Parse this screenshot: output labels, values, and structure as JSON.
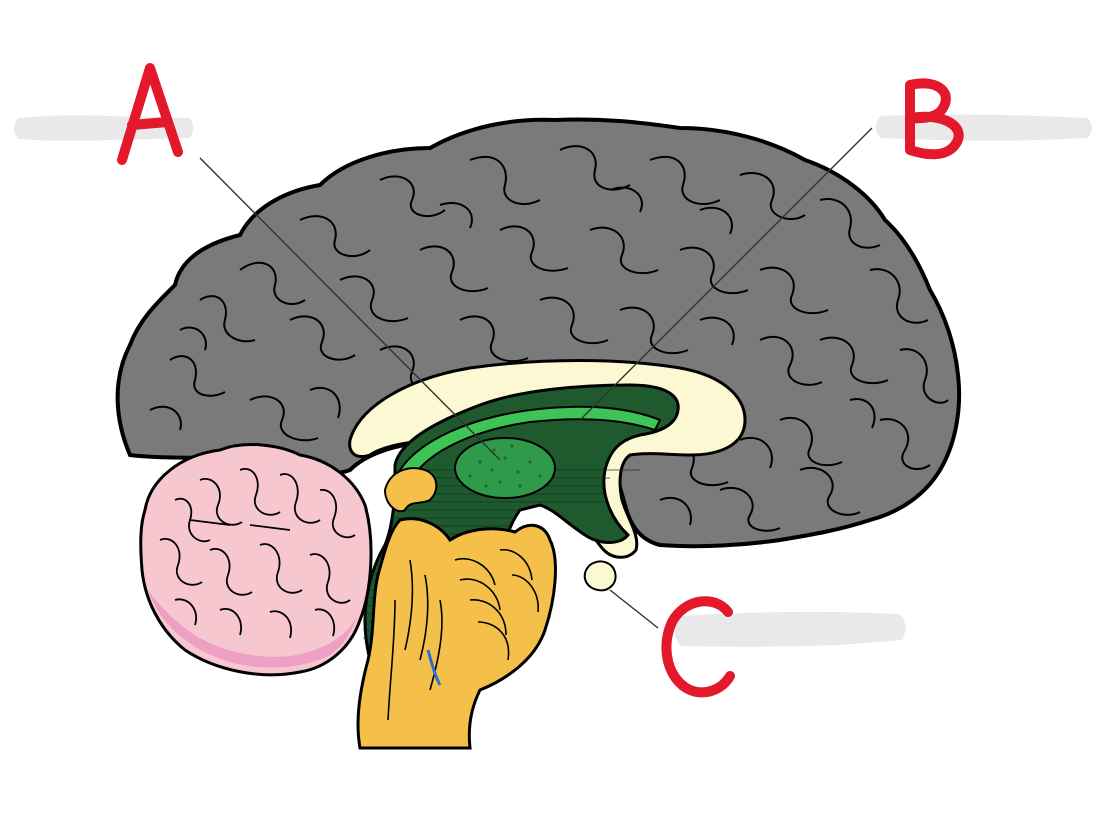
{
  "labels": [
    {
      "id": "A",
      "text": "A"
    },
    {
      "id": "B",
      "text": "B"
    },
    {
      "id": "C",
      "text": "C"
    }
  ],
  "colors": {
    "cortex": "#7a7a7a",
    "outline": "#000000",
    "cerebellum": "#f6c7cf",
    "cerebellum_shade": "#ee9fc4",
    "brainstem": "#f5c04a",
    "diencephalon_dark": "#1f5a2e",
    "thalamus": "#2e9a4a",
    "fornix": "#3ec456",
    "corpus_callosum": "#fbf8d3",
    "label_ink": "#e3192b",
    "blank_bar": "#e9e9e9",
    "leader_line": "#333333"
  }
}
